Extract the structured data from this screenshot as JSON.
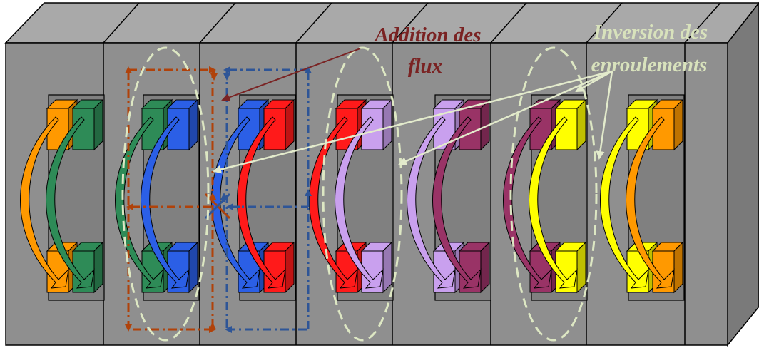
{
  "annotations": {
    "addition_line1": "Addition des",
    "addition_line2": "flux",
    "inversion_line1": "Inversion des",
    "inversion_line2": "enroulements"
  },
  "colors": {
    "core_front": "#8f8f8f",
    "core_top": "#a9a9a9",
    "core_side": "#7a7a7a",
    "window": "#808080",
    "outline": "#000000",
    "flux_red": "#b0420a",
    "flux_blue": "#2e5597",
    "addition_text": "#7a2323",
    "inversion_text": "#d8e2bc",
    "pointer": "#e3ebcc",
    "ellipse": "#dde7c3",
    "phases": [
      "#ff9900",
      "#2e8b57",
      "#2b5fe6",
      "#ff1a1a",
      "#c9a0ee",
      "#993366",
      "#ffff00",
      "#ff9900"
    ]
  },
  "cells": [
    {
      "left": "#ff9900",
      "right": "#2e8b57"
    },
    {
      "left": "#2e8b57",
      "right": "#2b5fe6"
    },
    {
      "left": "#2b5fe6",
      "right": "#ff1a1a"
    },
    {
      "left": "#ff1a1a",
      "right": "#c9a0ee"
    },
    {
      "left": "#c9a0ee",
      "right": "#993366"
    },
    {
      "left": "#993366",
      "right": "#ffff00"
    },
    {
      "left": "#ffff00",
      "right": "#ff9900"
    }
  ]
}
